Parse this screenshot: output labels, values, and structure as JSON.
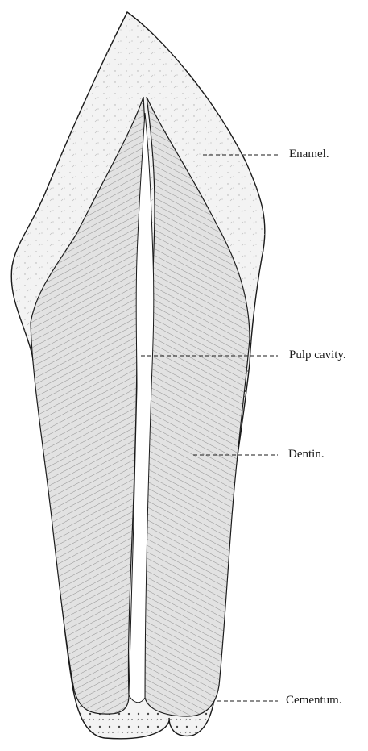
{
  "labels": {
    "enamel": "Enamel.",
    "pulp_cavity": "Pulp cavity.",
    "dentin": "Dentin.",
    "cementum": "Cementum."
  },
  "colors": {
    "ink": "#1a1a1a",
    "paper": "#ffffff",
    "enamel_fill": "#f3f3f3",
    "dentin_fill": "#e2e2e2",
    "hatch": "#6a6a6a"
  }
}
